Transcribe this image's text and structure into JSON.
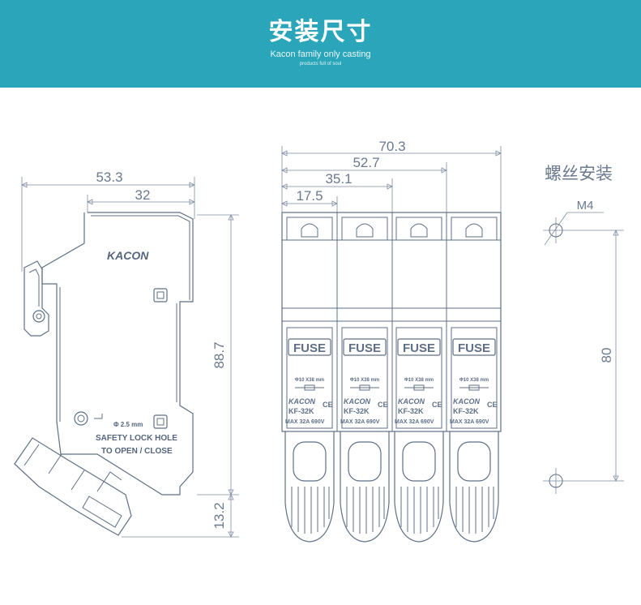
{
  "header": {
    "title": "安装尺寸",
    "subtitle": "Kacon family only casting",
    "tagline": "products full of soul"
  },
  "side_view": {
    "dim_total_width": "53.3",
    "dim_inner_width": "32",
    "dim_height": "88.7",
    "dim_bottom": "13.2",
    "brand": "KACON",
    "hole_spec": "Φ 2.5 mm",
    "safety_line1": "SAFETY LOCK HOLE",
    "safety_line2": "TO OPEN / CLOSE"
  },
  "front_view": {
    "dim_4pole": "70.3",
    "dim_3pole": "52.7",
    "dim_2pole": "35.1",
    "dim_1pole": "17.5",
    "fuse_label": "FUSE",
    "fuse_size": "Φ10 X38 mm",
    "brand": "KACON",
    "ce_mark": "CE",
    "model": "KF-32K",
    "rating": "MAX 32A 690V"
  },
  "mounting": {
    "title": "螺丝安装",
    "screw": "M4",
    "spacing": "80"
  },
  "colors": {
    "banner": "#2aa5b9",
    "line": "#5f6f86",
    "dimension": "#7f8da0"
  }
}
